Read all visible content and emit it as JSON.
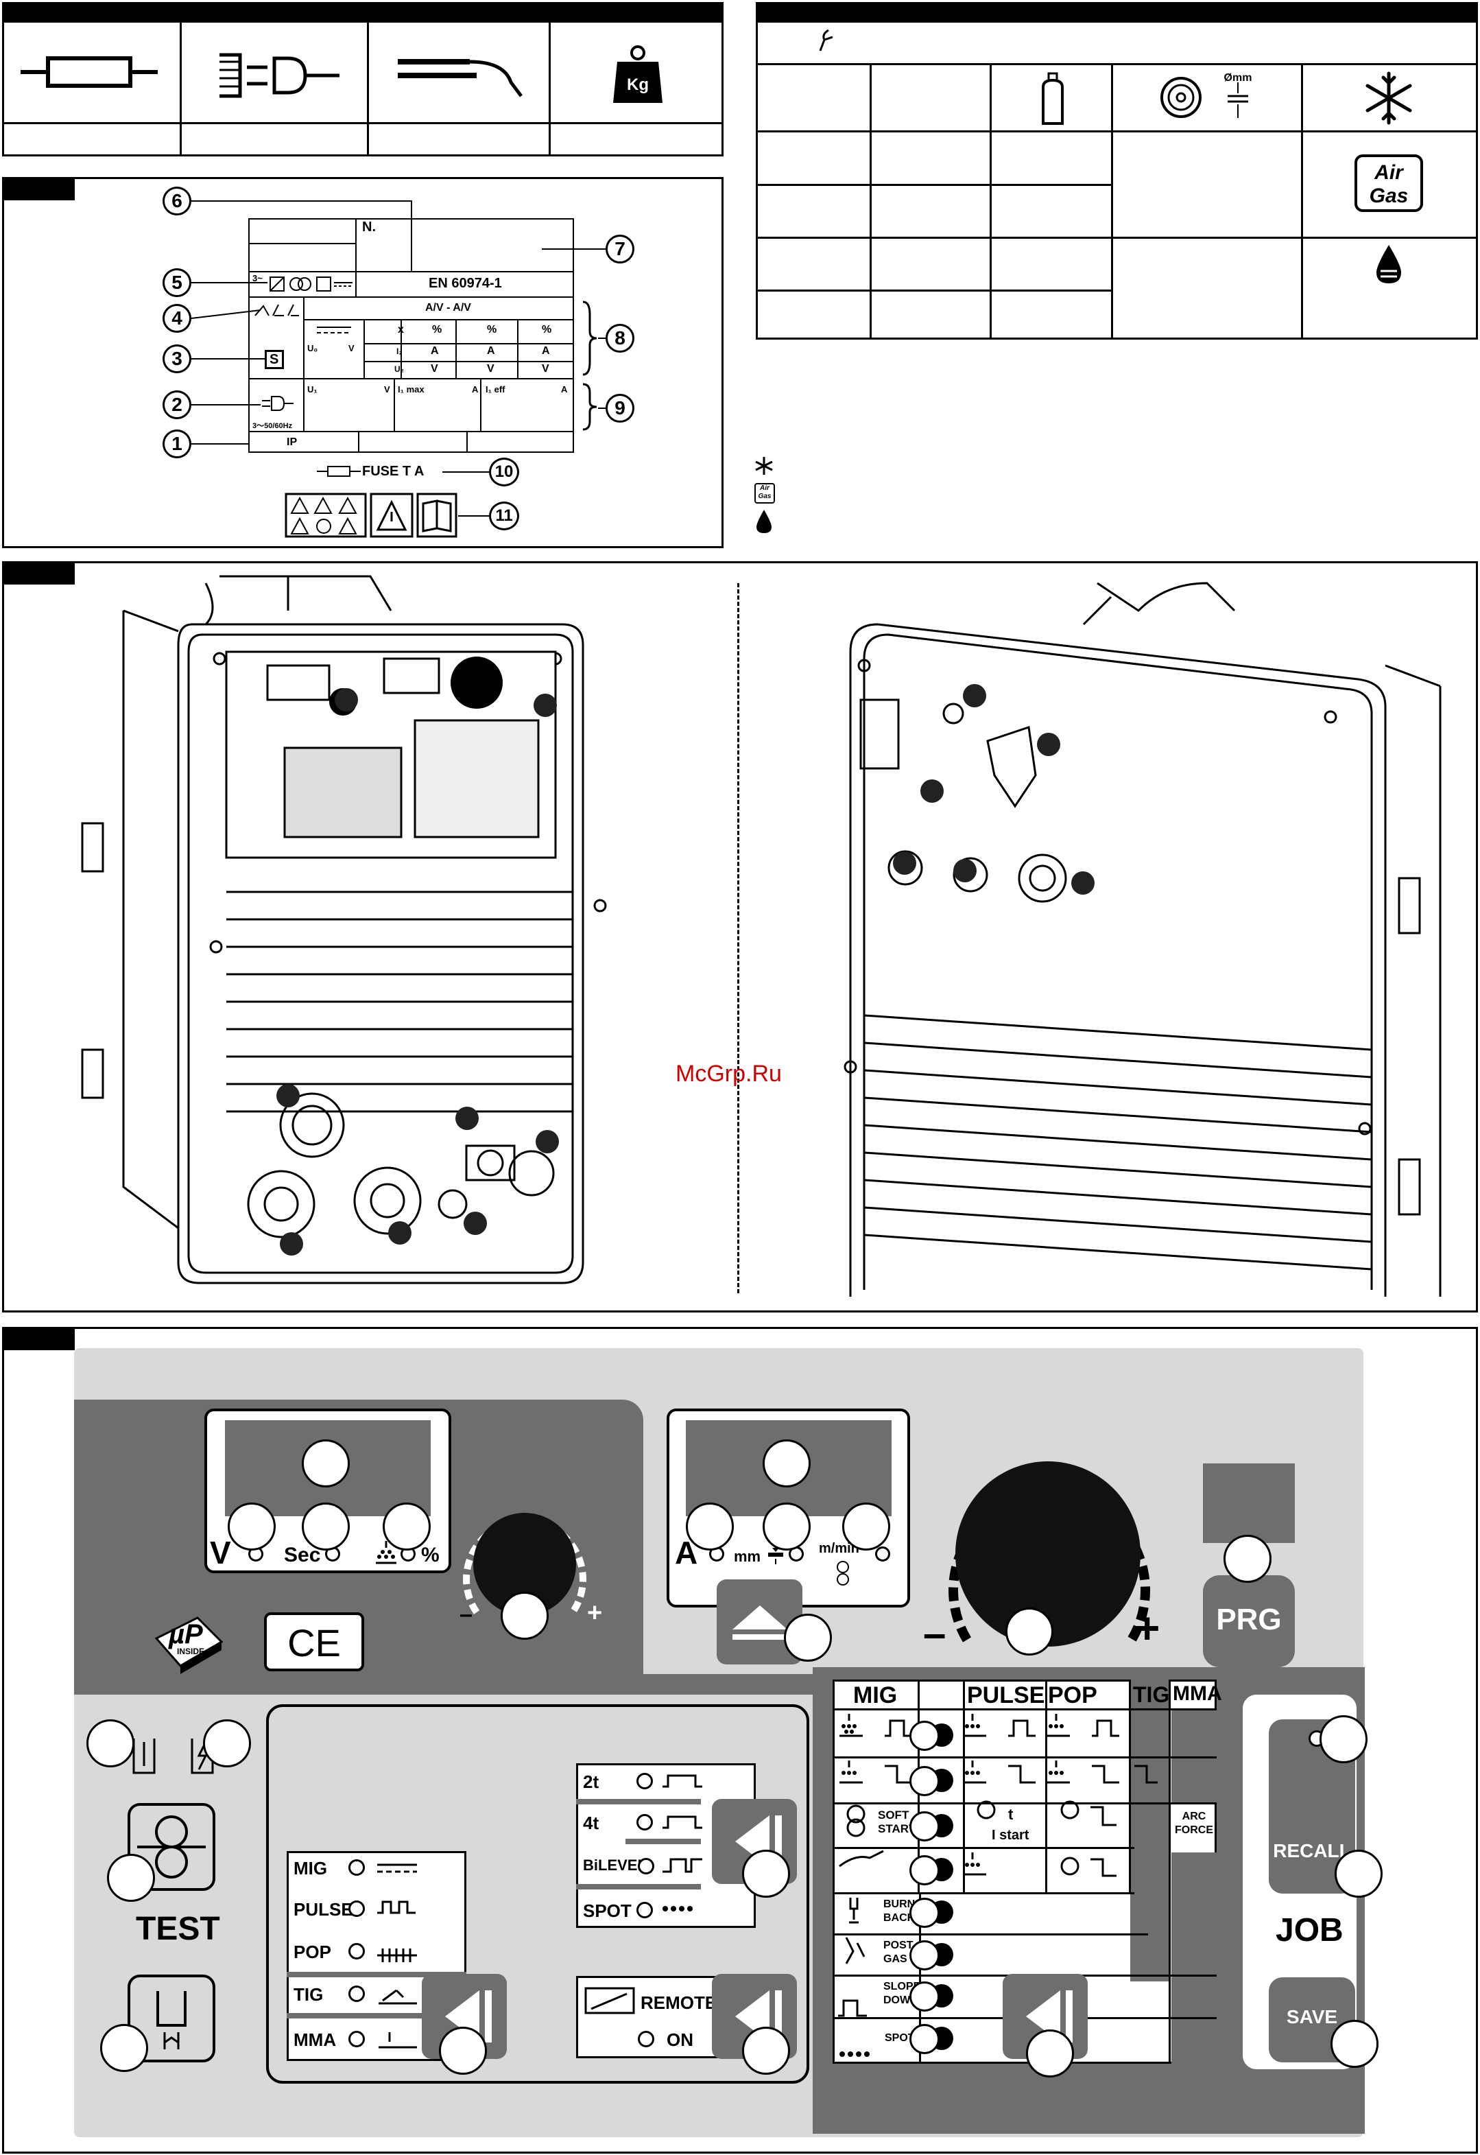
{
  "table1": {
    "icons": [
      "fuse-icon",
      "plug-cable-icon",
      "torch-cable-icon",
      "weight-kg-icon"
    ],
    "kg_label": "Kg"
  },
  "table2": {
    "icons": [
      "wire-speed-icon",
      "gas-cylinder-icon",
      "wire-spool-diameter-icon",
      "snowflake-icon",
      "air-gas-icon",
      "water-drop-icon"
    ],
    "mm_label": "Ømm",
    "air": "Air",
    "gas": "Gas"
  },
  "legend": {
    "icons": [
      "snowflake-icon",
      "air-gas-icon",
      "water-drop-icon"
    ],
    "air": "Air",
    "gas": "Gas"
  },
  "rating_plate": {
    "callouts": [
      "6",
      "7",
      "5",
      "4",
      "3",
      "2",
      "1",
      "8",
      "9",
      "10",
      "11"
    ],
    "n_label": "N.",
    "standard": "EN 60974-1",
    "av_header": "A/V - A/V",
    "x": "x",
    "pct": "%",
    "a": "A",
    "v": "V",
    "u0": "U₀",
    "i2": "I₂",
    "u2": "U₂",
    "s_symbol": "S",
    "u1": "U₁",
    "i1max": "I₁ max",
    "i1eff": "I₁ eff",
    "phase": "3~",
    "supply": "3～50/60Hz",
    "ip": "IP",
    "fuse": "FUSE T   A"
  },
  "watermark": "McGrp.Ru",
  "panel": {
    "v_label": "V",
    "sec_label": "Sec",
    "pct_label": "%",
    "a_label": "A",
    "mm_label": "mm",
    "mmin_label": "m/min",
    "minus": "–",
    "plus": "+",
    "prg": "PRG",
    "ce": "CE",
    "up_logo": "µP",
    "up_inside": "INSIDE",
    "test": "TEST",
    "modes": [
      "MIG",
      "PULSE",
      "POP",
      "TIG",
      "MMA"
    ],
    "trigger": [
      "2t",
      "4t",
      "BiLEVEL",
      "SPOT"
    ],
    "remote": "REMOTE",
    "on": "ON",
    "grid_headers": [
      "MIG",
      "PULSE",
      "POP",
      "TIG",
      "MMA"
    ],
    "soft_start": "SOFT START",
    "t_label": "t",
    "i_start": "I start",
    "arc_force": "ARC FORCE",
    "burn_back": "BURN BACK",
    "post_gas": "POST GAS",
    "slope_down": "SLOPE DOWN",
    "spot": "SPOT",
    "recall": "RECALL",
    "job": "JOB",
    "save": "SAVE"
  }
}
